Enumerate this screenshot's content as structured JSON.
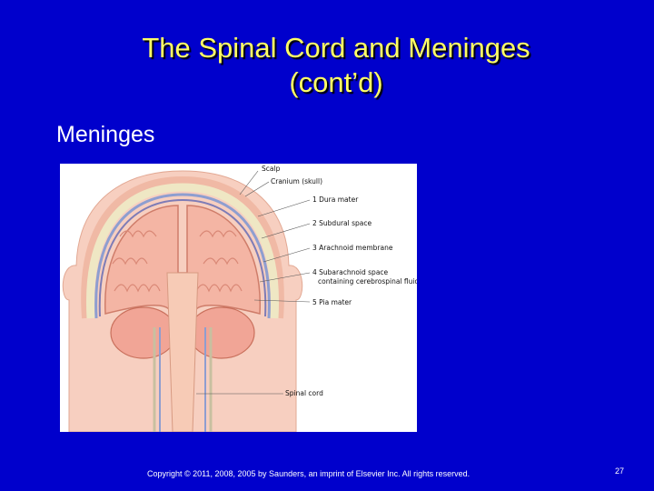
{
  "slide": {
    "title_line1": "The Spinal Cord and Meninges",
    "title_line2": "(cont’d)",
    "subtitle": "Meninges",
    "copyright": "Copyright © 2011, 2008, 2005 by Saunders, an imprint of Elsevier Inc. All rights reserved.",
    "page_number": "27"
  },
  "figure": {
    "labels": {
      "scalp": "Scalp",
      "cranium": "Cranium (skull)",
      "dura": "1 Dura mater",
      "subdural": "2 Subdural space",
      "arachnoid": "3 Arachnoid membrane",
      "subarachnoid_1": "4 Subarachnoid space",
      "subarachnoid_2": "containing cerebrospinal fluid",
      "pia": "5 Pia mater",
      "spinal_cord": "Spinal cord"
    }
  },
  "colors": {
    "background": "#0000cc",
    "title": "#ffff66",
    "text": "#ffffff"
  }
}
